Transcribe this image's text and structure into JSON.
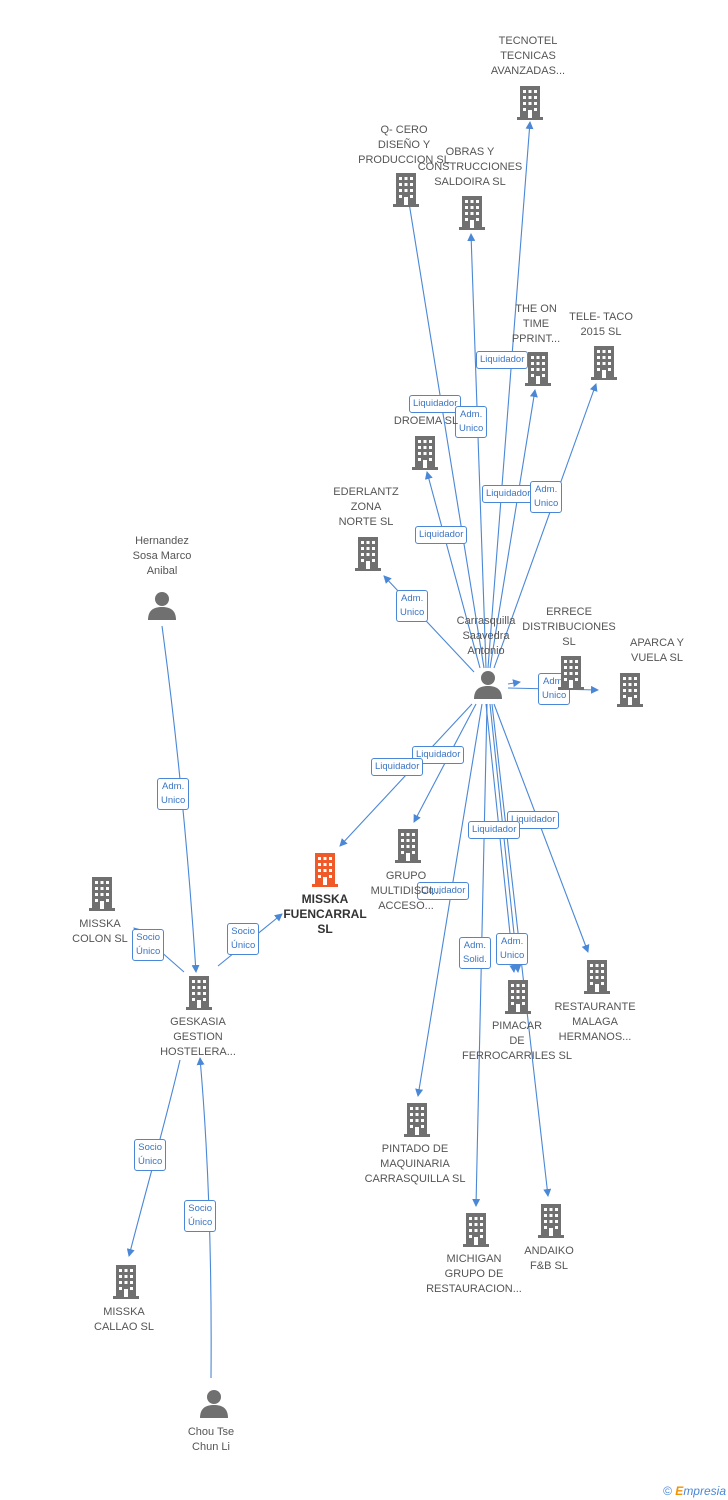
{
  "colors": {
    "edge": "#4a87d6",
    "building": "#707070",
    "focus": "#f05a28",
    "person": "#707070"
  },
  "nodes": [
    {
      "id": "tecnotel",
      "label": "TECNOTEL\nTECNICAS\nAVANZADAS...",
      "kind": "building-icon"
    },
    {
      "id": "qcero",
      "label": "Q- CERO\nDISEÑO Y\nPRODUCCION SL",
      "kind": "building-icon"
    },
    {
      "id": "obras",
      "label": "OBRAS Y\nCONSTRUCCIONES\nSALDOIRA SL",
      "kind": "building-icon"
    },
    {
      "id": "theon",
      "label": "THE ON\nTIME\nPPRINT...",
      "kind": "building-icon"
    },
    {
      "id": "teletaco",
      "label": "TELE- TACO\n2015  SL",
      "kind": "building-icon"
    },
    {
      "id": "droema",
      "label": "DROEMA  SL",
      "kind": "building-icon"
    },
    {
      "id": "ederlantz",
      "label": "EDERLANTZ\nZONA\nNORTE SL",
      "kind": "building-icon"
    },
    {
      "id": "carrasquilla",
      "label": "Carrasquilla\nSaavedra\nAntonio",
      "kind": "person-icon"
    },
    {
      "id": "errece",
      "label": "ERRECE\nDISTRIBUCIONES\nSL",
      "kind": "building-icon"
    },
    {
      "id": "aparca",
      "label": "APARCA Y\nVUELA  SL",
      "kind": "building-icon"
    },
    {
      "id": "hernandez",
      "label": "Hernandez\nSosa Marco\nAnibal",
      "kind": "person-icon"
    },
    {
      "id": "misskafuencarral",
      "label": "MISSKA\nFUENCARRAL\nSL",
      "kind": "focus-building-icon"
    },
    {
      "id": "grupo",
      "label": "GRUPO\nMULTIDISCI...\nACCESO...",
      "kind": "building-icon"
    },
    {
      "id": "misskacolon",
      "label": "MISSKA\nCOLON  SL",
      "kind": "building-icon"
    },
    {
      "id": "geskasia",
      "label": "GESKASIA\nGESTION\nHOSTELERA...",
      "kind": "building-icon"
    },
    {
      "id": "restaurante",
      "label": "RESTAURANTE\nMALAGA\nHERMANOS...",
      "kind": "building-icon"
    },
    {
      "id": "pimacar",
      "label": "PIMACAR\nDE\nFERROCARRILES SL",
      "kind": "building-icon"
    },
    {
      "id": "pintado",
      "label": "PINTADO DE\nMAQUINARIA\nCARRASQUILLA SL",
      "kind": "building-icon"
    },
    {
      "id": "michigan",
      "label": "MICHIGAN\nGRUPO DE\nRESTAURACION...",
      "kind": "building-icon"
    },
    {
      "id": "andaiko",
      "label": "ANDAIKO\nF&B SL",
      "kind": "building-icon"
    },
    {
      "id": "misskacallao",
      "label": "MISSKA\nCALLAO  SL",
      "kind": "building-icon"
    },
    {
      "id": "chou",
      "label": "Chou Tse\nChun Li",
      "kind": "person-icon"
    }
  ],
  "badges": [
    {
      "id": "b1",
      "text": "Liquidador"
    },
    {
      "id": "b2",
      "text": "Liquidador"
    },
    {
      "id": "b3",
      "text": "Adm.\nUnico"
    },
    {
      "id": "b4",
      "text": "Liquidador"
    },
    {
      "id": "b5",
      "text": "Adm.\nUnico"
    },
    {
      "id": "b6",
      "text": "Liquidador"
    },
    {
      "id": "b7",
      "text": "Adm.\nUnico"
    },
    {
      "id": "b8",
      "text": "Adm.\nUnico"
    },
    {
      "id": "b9",
      "text": "Liquidador"
    },
    {
      "id": "b10",
      "text": "Liquidador"
    },
    {
      "id": "b11",
      "text": "Liquidador"
    },
    {
      "id": "b12",
      "text": "Liquidador"
    },
    {
      "id": "b13",
      "text": "Liquidador"
    },
    {
      "id": "b14",
      "text": "Adm.\nSolid."
    },
    {
      "id": "b15",
      "text": "Adm.\nUnico"
    },
    {
      "id": "b16",
      "text": "Adm.\nUnico"
    },
    {
      "id": "b17",
      "text": "Socio\nÚnico"
    },
    {
      "id": "b18",
      "text": "Socio\nÚnico"
    },
    {
      "id": "b19",
      "text": "Socio\nÚnico"
    },
    {
      "id": "b20",
      "text": "Socio\nÚnico"
    }
  ],
  "footer": {
    "copyright": "©",
    "brand_initial": "E",
    "brand_rest": "mpresia"
  }
}
